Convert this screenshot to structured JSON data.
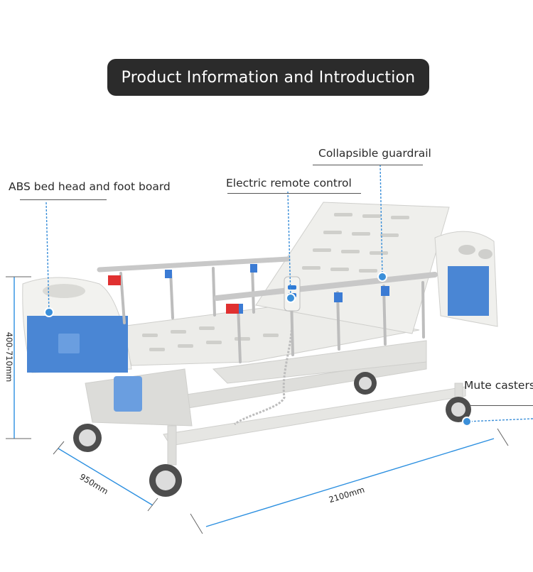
{
  "title": "Product Information and Introduction",
  "callouts": {
    "abs": "ABS bed head and foot board",
    "remote": "Electric remote control",
    "guardrail": "Collapsible guardrail",
    "casters": "Mute casters"
  },
  "dimensions": {
    "height": "400-710mm",
    "width": "950mm",
    "length": "2100mm"
  },
  "colors": {
    "accent_blue": "#3b8fd9",
    "panel_blue": "#4a86d4",
    "title_bg": "#2b2b2b"
  }
}
